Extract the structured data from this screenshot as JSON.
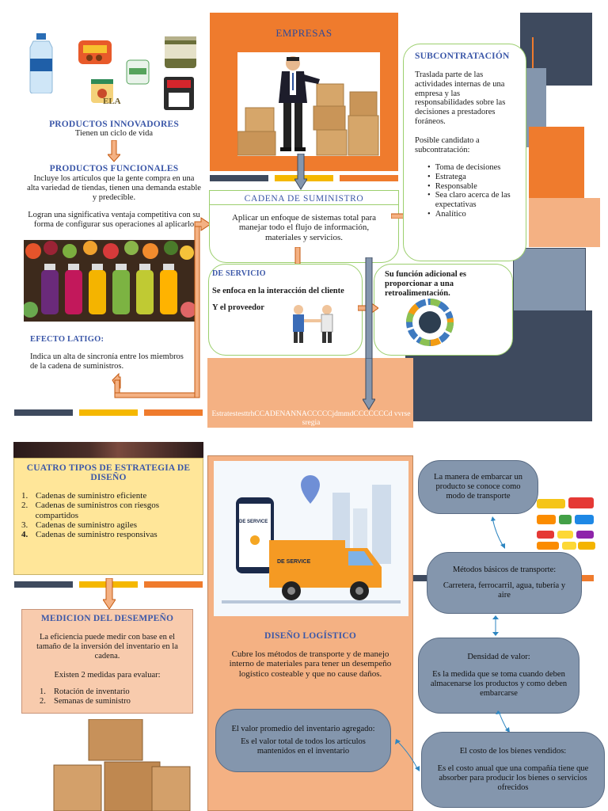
{
  "top": {
    "products_innovative": {
      "title": "PRODUCTOS INNOVADORES",
      "text": "Tienen un ciclo de vida",
      "label_ela": "ELA"
    },
    "products_functional": {
      "title": "PRODUCTOS FUNCIONALES",
      "text1": "Incluye los artículos que la gente compra en una alta variedad de tiendas, tienen una demanda estable y predecible.",
      "text2": "Logran una significativa ventaja competitiva con su forma de configurar sus operaciones al aplicarlo"
    },
    "efecto_latigo": {
      "title": "EFECTO LATIGO:",
      "text": "Indica un alta de sincronía entre los miembros de la cadena de suministros."
    },
    "empresas": {
      "title": "EMPRESAS"
    },
    "cadena": {
      "title": "CADENA DE SUMINISTRO",
      "text": "Aplicar un enfoque de sistemas total para manejar todo el flujo de información, materiales y servicios."
    },
    "servicio": {
      "title": "DE SERVICIO",
      "text1": "Se enfoca en la interacción del cliente",
      "text2": "Y el proveedor"
    },
    "retro": {
      "text": "Su función adicional es proporcionar a una retroalimentación."
    },
    "subcontratacion": {
      "title": "SUBCONTRATACIÓN",
      "text1": "Traslada parte de las actividades internas de una empresa y las responsabilidades sobre las decisiones a prestadores foráneos.",
      "text2": "Posible candidato a subcontratación:",
      "items": [
        "Toma de decisiones",
        "Estratega",
        "Responsable",
        "Sea claro acerca de las expectativas",
        "Analítico"
      ]
    },
    "strategy_text": "EstratestesttrhCCADENANNACCCCCjdmmdCCCCCCCd vvrsesregia"
  },
  "bottom": {
    "cuatro": {
      "title": "CUATRO TIPOS DE ESTRATEGIA DE DISEÑO",
      "items": [
        "Cadenas de suministro eficiente",
        "Cadenas de suministros con riesgos compartidos",
        "Cadenas de suministro agiles",
        "Cadenas de suministro responsivas"
      ],
      "numbers": [
        "1.",
        "2.",
        "3.",
        "4."
      ]
    },
    "medicion": {
      "title": "MEDICION DEL DESEMPEÑO",
      "text1": "La eficiencia puede medir con base en el tamaño de la inversión del inventario en la cadena.",
      "text2": "Existen 2 medidas para evaluar:",
      "items": [
        "Rotación de inventario",
        "Semanas de suministro"
      ],
      "numbers": [
        "1.",
        "2."
      ]
    },
    "diseno": {
      "title": "DISEÑO LOGÍSTICO",
      "text": "Cubre los métodos de transporte y de manejo interno de materiales para tener un desempeño logístico costeable y que no cause daños.",
      "truck_label": "DE SERVICE"
    },
    "valor_promedio": {
      "title": "El valor promedio del inventario agregado:",
      "text": "Es el valor total de todos los artículos mantenidos en el inventario"
    },
    "modo": {
      "text": "La manera de embarcar un producto se conoce como modo de transporte"
    },
    "metodos": {
      "title": "Métodos básicos de transporte:",
      "text": "Carretera, ferrocarril, agua, tubería y aire"
    },
    "densidad": {
      "title": "Densidad de valor:",
      "text": "Es la medida que se toma cuando deben almacenarse los productos y como deben embarcarse"
    },
    "costo": {
      "title": "El costo de los bienes vendidos:",
      "text": "Es el costo anual que una compañía tiene que absorber para producir los bienes o servicios ofrecidos"
    }
  },
  "colors": {
    "blue_heading": "#3b57a8",
    "navy": "#3e4a5e",
    "orange": "#ef7b2d",
    "yellow": "#f5b800",
    "slate": "#8496ad",
    "peach": "#f4b183",
    "green_border": "#9ccf6e",
    "cream": "#ffe699"
  }
}
